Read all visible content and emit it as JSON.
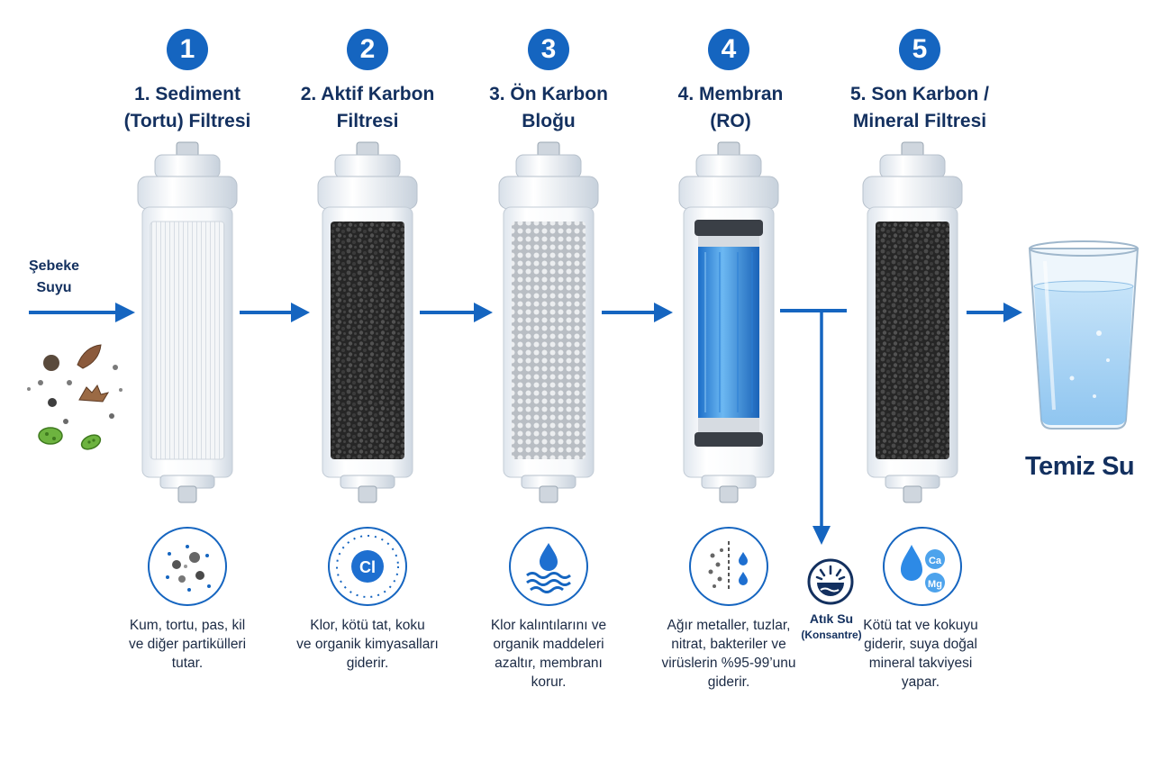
{
  "source": {
    "label_line1": "Şebeke",
    "label_line2": "Suyu"
  },
  "stages": [
    {
      "number": "1",
      "title_line1": "1. Sediment",
      "title_line2": "(Tortu) Filtresi",
      "desc": [
        "Kum, tortu, pas, kil",
        "ve diğer partikülleri",
        "tutar."
      ],
      "media": "sediment-pleated",
      "icon": "particles-icon"
    },
    {
      "number": "2",
      "title_line1": "2. Aktif Karbon",
      "title_line2": "Filtresi",
      "desc": [
        "Klor, kötü tat, koku",
        "ve organik kimyasalları",
        "giderir."
      ],
      "media": "granular-carbon",
      "icon": "chlorine-icon",
      "icon_text": "Cl"
    },
    {
      "number": "3",
      "title_line1": "3. Ön Karbon",
      "title_line2": "Bloğu",
      "desc": [
        "Klor kalıntılarını ve",
        "organik maddeleri",
        "azaltır, membranı",
        "korur."
      ],
      "media": "carbon-block",
      "icon": "water-drop-waves-icon"
    },
    {
      "number": "4",
      "title_line1": "4. Membran",
      "title_line2": "(RO)",
      "desc": [
        "Ağır metaller, tuzlar,",
        "nitrat, bakteriler ve",
        "virüslerin %95-99’unu",
        "giderir."
      ],
      "media": "ro-membrane",
      "icon": "membrane-filter-icon"
    },
    {
      "number": "5",
      "title_line1": "5. Son Karbon /",
      "title_line2": "Mineral Filtresi",
      "desc": [
        "Kötü tat ve kokuyu",
        "giderir, suya doğal",
        "mineral takviyesi",
        "yapar."
      ],
      "media": "granular-carbon",
      "icon": "mineral-drop-icon",
      "icon_text_1": "Ca",
      "icon_text_2": "Mg"
    }
  ],
  "waste": {
    "label_line1": "Atık Su",
    "label_line2": "(Konsantre)"
  },
  "output": {
    "label": "Temiz Su"
  },
  "colors": {
    "accent": "#1565c0",
    "title": "#13305f",
    "carbon": "#2b2b2b",
    "membrane": "#3b8fe0"
  }
}
